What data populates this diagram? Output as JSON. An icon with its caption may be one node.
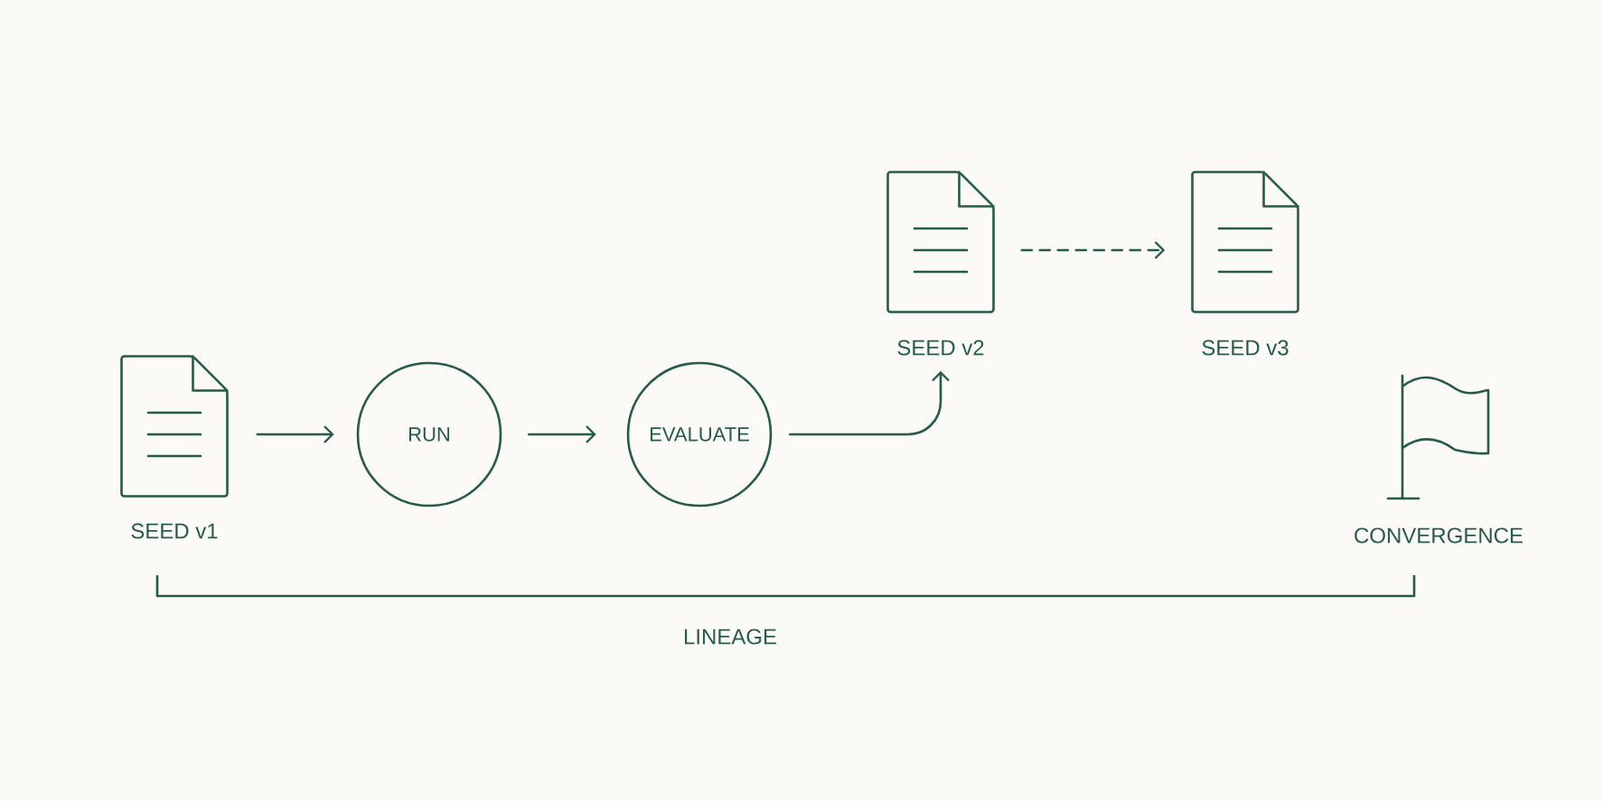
{
  "diagram": {
    "nodes": [
      {
        "text": [
          "SEED v1"
        ]
      },
      {
        "text": [
          "RUN"
        ]
      },
      {
        "text": [
          "EVALUATE"
        ]
      },
      {
        "text": [
          "SEED v2"
        ]
      },
      {
        "text": [
          "SEED v3"
        ]
      },
      {
        "text": [
          "CONVERGENCE"
        ]
      }
    ],
    "edges": [
      {
        "from": 0,
        "to": 1,
        "arrow": "to"
      },
      {
        "from": 1,
        "to": 2,
        "arrow": "to"
      },
      {
        "from": 2,
        "to": 3,
        "arrow": "to"
      },
      {
        "from": 3,
        "to": 4,
        "arrow": "to",
        "style": "dashed"
      }
    ],
    "labels": [
      "LINEAGE"
    ]
  }
}
